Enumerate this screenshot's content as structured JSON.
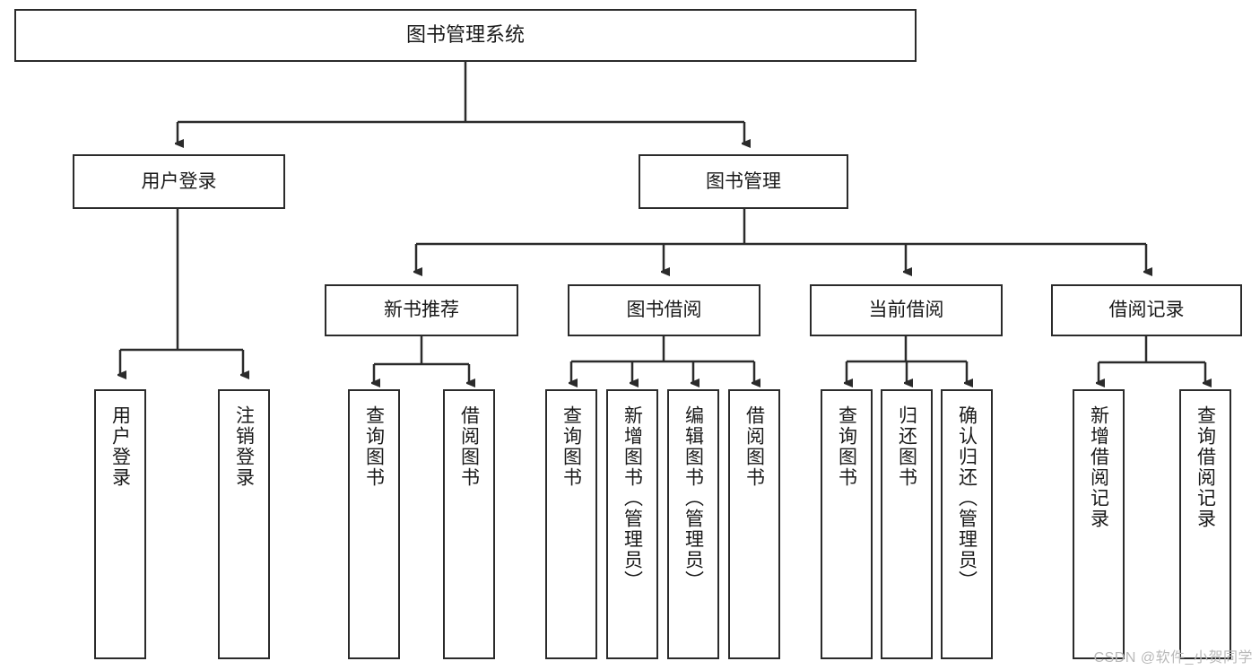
{
  "diagram": {
    "title": "图书管理系统",
    "watermark": "CSDN @软件_小贺同学",
    "line_color": "#2b2b2b",
    "text_color": "#1a1a1a",
    "background": "#ffffff",
    "levels": {
      "root": {
        "label": "图书管理系统"
      },
      "level2": [
        {
          "id": "user-login",
          "label": "用户登录"
        },
        {
          "id": "book-manage",
          "label": "图书管理"
        }
      ],
      "level3": [
        {
          "id": "new-book-recommend",
          "label": "新书推荐"
        },
        {
          "id": "book-borrow",
          "label": "图书借阅"
        },
        {
          "id": "current-borrow",
          "label": "当前借阅"
        },
        {
          "id": "borrow-record",
          "label": "借阅记录"
        }
      ],
      "leaves": {
        "user_login": [
          {
            "id": "leaf-user-login",
            "label": "用户登录"
          },
          {
            "id": "leaf-logout-login",
            "label": "注销登录"
          }
        ],
        "new_book_recommend": [
          {
            "id": "leaf-query-book-1",
            "label": "查询图书"
          },
          {
            "id": "leaf-borrow-book-1",
            "label": "借阅图书"
          }
        ],
        "book_borrow": [
          {
            "id": "leaf-query-book-2",
            "label": "查询图书"
          },
          {
            "id": "leaf-add-book",
            "label": "新增图书（管理员）"
          },
          {
            "id": "leaf-edit-book",
            "label": "编辑图书（管理员）"
          },
          {
            "id": "leaf-borrow-book-2",
            "label": "借阅图书"
          }
        ],
        "current_borrow": [
          {
            "id": "leaf-query-book-3",
            "label": "查询图书"
          },
          {
            "id": "leaf-return-book",
            "label": "归还图书"
          },
          {
            "id": "leaf-confirm-return",
            "label": "确认归还（管理员）"
          }
        ],
        "borrow_record": [
          {
            "id": "leaf-add-record",
            "label": "新增借阅记录"
          },
          {
            "id": "leaf-query-record",
            "label": "查询借阅记录"
          }
        ]
      }
    }
  }
}
